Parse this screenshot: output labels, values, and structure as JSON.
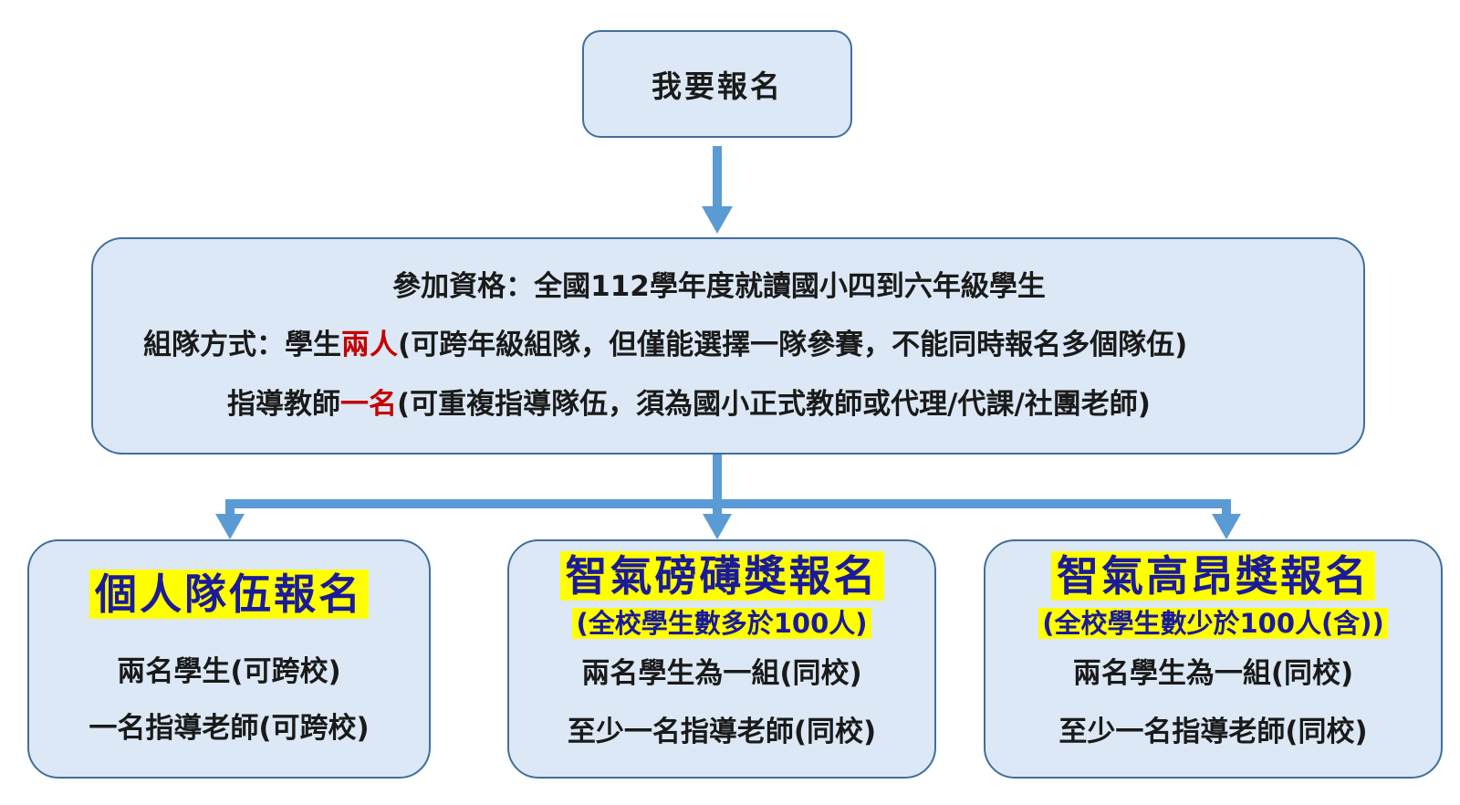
{
  "top": {
    "label": "我要報名"
  },
  "qualification": {
    "line1": "參加資格：全國112學年度就讀國小四到六年級學生",
    "line2_prefix": "組隊方式：學生",
    "line2_highlight": "兩人",
    "line2_suffix": "(可跨年級組隊，但僅能選擇一隊參賽，不能同時報名多個隊伍)",
    "line3_prefix": "指導教師",
    "line3_highlight": "一名",
    "line3_suffix": "(可重複指導隊伍，須為國小正式教師或代理/代課/社團老師)"
  },
  "categories": [
    {
      "title": "個人隊伍報名",
      "subtitle": "",
      "line1": "兩名學生(可跨校)",
      "line2": "一名指導老師(可跨校)"
    },
    {
      "title": "智氣磅礡獎報名",
      "subtitle": "(全校學生數多於100人)",
      "line1": "兩名學生為一組(同校)",
      "line2": "至少一名指導老師(同校)"
    },
    {
      "title": "智氣高昂獎報名",
      "subtitle": "(全校學生數少於100人(含))",
      "line1": "兩名學生為一組(同校)",
      "line2": "至少一名指導老師(同校)"
    }
  ],
  "colors": {
    "box_fill": "#dce8f5",
    "box_border": "#3f6f9f",
    "arrow": "#5b9bd5",
    "highlight_text": "#c40000",
    "title_highlight_bg": "#ffff00",
    "title_text": "#1a1a9a"
  }
}
